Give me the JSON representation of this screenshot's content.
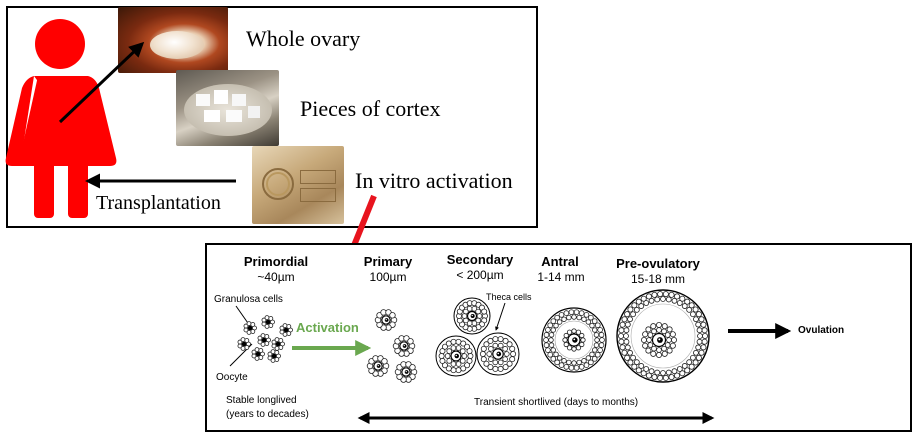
{
  "top": {
    "steps": [
      "Whole ovary",
      "Pieces of cortex",
      "In vitro activation"
    ],
    "transplantation": "Transplantation"
  },
  "stages": [
    {
      "name": "Primordial",
      "size": "~40µm"
    },
    {
      "name": "Primary",
      "size": "100µm"
    },
    {
      "name": "Secondary",
      "size": "< 200µm"
    },
    {
      "name": "Antral",
      "size": "1-14 mm"
    },
    {
      "name": "Pre-ovulatory",
      "size": "15-18 mm"
    }
  ],
  "labels": {
    "granulosa": "Granulosa cells",
    "oocyte": "Oocyte",
    "theca": "Theca cells",
    "activation": "Activation",
    "ovulation": "Ovulation",
    "stable_line1": "Stable longlived",
    "stable_line2": "(years to decades)",
    "transient": "Transient shortlived (days to months)"
  },
  "colors": {
    "woman": "#ff0000",
    "red_arrow": "#e8141e",
    "activation": "#6aa84f"
  },
  "icons": [
    "woman-figure-icon",
    "ovary-photo",
    "cortex-pieces-photo",
    "culture-plate-photo"
  ]
}
